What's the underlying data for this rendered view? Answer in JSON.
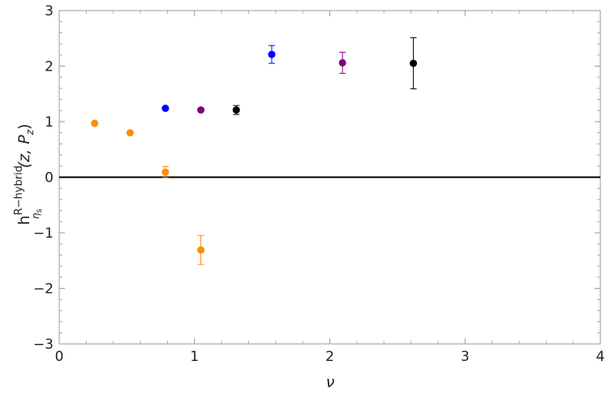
{
  "chart_data": {
    "type": "scatter",
    "title": "",
    "xlabel": "ν",
    "ylabel": {
      "base": "h",
      "superscript": "R−hybrid",
      "subscript": "η",
      "subsub": "s",
      "args": "(z, P",
      "args_sub": "z",
      "args_end": ")"
    },
    "xlim": [
      0,
      4
    ],
    "ylim": [
      -3,
      3
    ],
    "xticks": [
      0,
      1,
      2,
      3,
      4
    ],
    "yticks": [
      -3,
      -2,
      -1,
      0,
      1,
      2,
      3
    ],
    "xtick_labels": [
      "0",
      "1",
      "2",
      "3",
      "4"
    ],
    "ytick_labels": [
      "−3",
      "−2",
      "−1",
      "0",
      "1",
      "2",
      "3"
    ],
    "grid": false,
    "zero_line": true,
    "series": [
      {
        "color": "#ff8c00",
        "points": [
          {
            "x": 0.262,
            "y": 0.97,
            "err": 0.02
          },
          {
            "x": 0.524,
            "y": 0.8,
            "err": 0.02
          },
          {
            "x": 0.785,
            "y": 0.09,
            "err": 0.1
          },
          {
            "x": 1.047,
            "y": -1.31,
            "err": 0.26
          }
        ]
      },
      {
        "color": "#0000ff",
        "points": [
          {
            "x": 0.785,
            "y": 1.24,
            "err": 0.02
          },
          {
            "x": 1.571,
            "y": 2.21,
            "err": 0.16
          }
        ]
      },
      {
        "color": "#800080",
        "points": [
          {
            "x": 1.047,
            "y": 1.21,
            "err": 0.02
          },
          {
            "x": 2.094,
            "y": 2.06,
            "err": 0.19
          }
        ]
      },
      {
        "color": "#000000",
        "points": [
          {
            "x": 1.309,
            "y": 1.21,
            "err": 0.08
          },
          {
            "x": 2.618,
            "y": 2.05,
            "err": 0.46
          }
        ]
      }
    ]
  }
}
